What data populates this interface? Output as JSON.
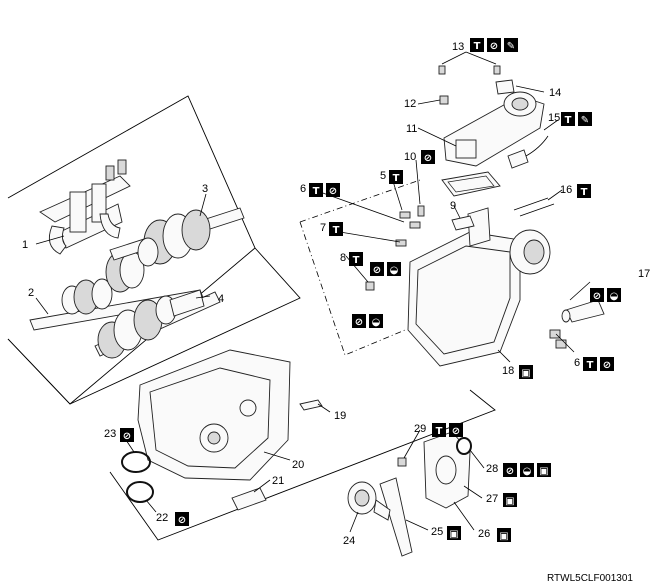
{
  "diagram": {
    "reference_code": "RTWL5CLF001301",
    "callouts": [
      {
        "id": "c1",
        "label": "1",
        "symbols": []
      },
      {
        "id": "c2",
        "label": "2",
        "symbols": []
      },
      {
        "id": "c3",
        "label": "3",
        "symbols": []
      },
      {
        "id": "c4",
        "label": "4",
        "symbols": []
      },
      {
        "id": "c5",
        "label": "5",
        "symbols": [
          "torque-icon"
        ]
      },
      {
        "id": "c6a",
        "label": "6",
        "symbols": [
          "torque-icon",
          "no-reuse-icon"
        ]
      },
      {
        "id": "c6b",
        "label": "6",
        "symbols": [
          "torque-icon",
          "no-reuse-icon"
        ]
      },
      {
        "id": "c7",
        "label": "7",
        "symbols": [
          "torque-icon"
        ]
      },
      {
        "id": "c8",
        "label": "8",
        "symbols": [
          "torque-icon"
        ]
      },
      {
        "id": "c9",
        "label": "9",
        "symbols": []
      },
      {
        "id": "c10",
        "label": "10",
        "symbols": [
          "no-reuse-icon"
        ]
      },
      {
        "id": "c11",
        "label": "11",
        "symbols": []
      },
      {
        "id": "c12",
        "label": "12",
        "symbols": []
      },
      {
        "id": "c13",
        "label": "13",
        "symbols": [
          "torque-icon",
          "no-reuse-icon",
          "sealant-icon"
        ]
      },
      {
        "id": "c14",
        "label": "14",
        "symbols": []
      },
      {
        "id": "c15",
        "label": "15",
        "symbols": [
          "torque-icon",
          "sealant-icon"
        ]
      },
      {
        "id": "c16",
        "label": "16",
        "symbols": [
          "torque-icon"
        ]
      },
      {
        "id": "c17",
        "label": "17",
        "symbols": []
      },
      {
        "id": "c18",
        "label": "18",
        "symbols": [
          "grease-icon"
        ]
      },
      {
        "id": "c19",
        "label": "19",
        "symbols": []
      },
      {
        "id": "c20",
        "label": "20",
        "symbols": []
      },
      {
        "id": "c21",
        "label": "21",
        "symbols": []
      },
      {
        "id": "c22",
        "label": "22",
        "symbols": [
          "no-reuse-icon"
        ]
      },
      {
        "id": "c23",
        "label": "23",
        "symbols": [
          "no-reuse-icon"
        ]
      },
      {
        "id": "c24",
        "label": "24",
        "symbols": []
      },
      {
        "id": "c25",
        "label": "25",
        "symbols": [
          "grease-icon"
        ]
      },
      {
        "id": "c26",
        "label": "26",
        "symbols": [
          "grease-icon"
        ]
      },
      {
        "id": "c27",
        "label": "27",
        "symbols": [
          "grease-icon"
        ]
      },
      {
        "id": "c28",
        "label": "28",
        "symbols": [
          "no-reuse-icon",
          "oil-icon",
          "grease-icon"
        ]
      },
      {
        "id": "c29",
        "label": "29",
        "symbols": [
          "torque-icon",
          "no-reuse-icon"
        ]
      }
    ],
    "free_symbols": [
      {
        "id": "s8",
        "symbols": [
          "no-reuse-icon",
          "oil-icon"
        ]
      },
      {
        "id": "s8b",
        "symbols": [
          "no-reuse-icon",
          "oil-icon"
        ]
      },
      {
        "id": "s17",
        "symbols": [
          "no-reuse-icon",
          "oil-icon"
        ]
      }
    ],
    "symbol_glyphs": {
      "torque-icon": "T",
      "no-reuse-icon": "⊘",
      "sealant-icon": "✎",
      "oil-icon": "◒",
      "grease-icon": "▣"
    }
  }
}
